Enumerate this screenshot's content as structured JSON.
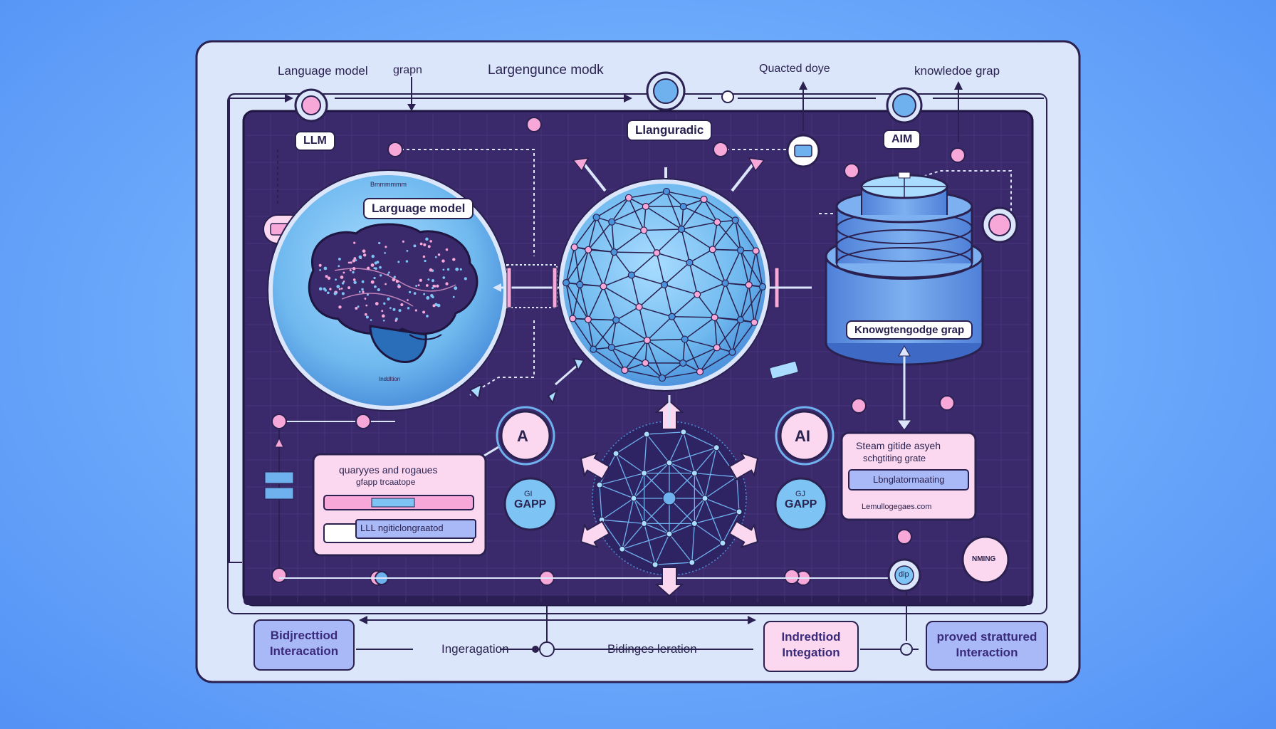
{
  "top_labels": {
    "language_model": "Language model",
    "graph": "grapn",
    "largenguence": "Largengunce modk",
    "quacted": "Quacted doye",
    "knowledge_graph": "knowledoe grap"
  },
  "tags": {
    "llm": "LLM",
    "languradic": "Llanguradic",
    "aim": "AIM",
    "language_model": "Larguage model",
    "knowledge_graph": "Knowgtengodge grap"
  },
  "brain_small_top": "Bmmmmmm",
  "brain_small_bottom": "Inddltion",
  "nodes": {
    "a": "A",
    "ai": "AI",
    "gapp_left_top": "GI",
    "gapp_left": "GAPP",
    "gapp_right_top": "GJ",
    "gapp_right": "GAPP",
    "right_badge": "NMING",
    "dip": "dip"
  },
  "left_panel": {
    "title": "quaryyes and rogaues",
    "subtitle": "gfapp trcaatope",
    "field2": "LLL ngiticlongraatod"
  },
  "right_panel": {
    "title": "Steam gitide asyeh",
    "subtitle": "schgtiting grate",
    "field": "Lbnglatormaating",
    "footer": "Lemullogegaes.com"
  },
  "bottom": {
    "bidirectiond": "Bidjrecttiod\nInteracation",
    "ingeragation": "Ingeragation",
    "bidinges": "Bidinges leration",
    "indirected": "Indredtiod\nIntegation",
    "proved": "proved strattured\nInteraction"
  },
  "colors": {
    "background": "#6aa8fb",
    "board": "#dbe6fb",
    "dark_panel": "#3b2a6b",
    "sphere": "#7dc4f4",
    "pink": "#f7a8d8",
    "navy": "#2a2150",
    "card_pink": "#fbd8ef",
    "card_blue": "#a9b8f7"
  }
}
